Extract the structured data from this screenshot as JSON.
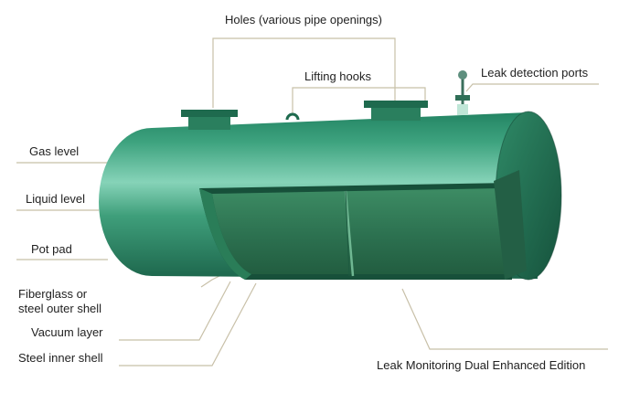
{
  "labels": {
    "holes": "Holes (various pipe openings)",
    "lifting_hooks": "Lifting hooks",
    "leak_ports": "Leak detection ports",
    "gas_level": "Gas level",
    "liquid_level": "Liquid level",
    "pot_pad": "Pot pad",
    "outer_shell_line1": "Fiberglass or",
    "outer_shell_line2": "steel outer shell",
    "vacuum_layer": "Vacuum layer",
    "inner_shell": "Steel inner shell",
    "edition": "Leak Monitoring Dual Enhanced Edition"
  },
  "colors": {
    "tank_body": "#2e8a6a",
    "tank_highlight": "#8fd8be",
    "tank_shadow": "#1b5b44",
    "end_cap": "#1f6a4f",
    "inner_shell": "#2f7a56",
    "leader_line": "#c8c0a8"
  }
}
